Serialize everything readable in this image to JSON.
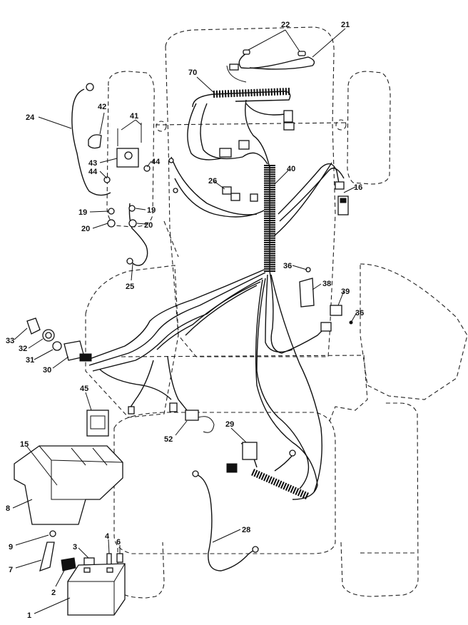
{
  "callouts": {
    "c22": "22",
    "c21": "21",
    "c70": "70",
    "c24": "24",
    "c42": "42",
    "c41": "41",
    "c43": "43",
    "c44a": "44",
    "c44b": "44",
    "c19a": "19",
    "c19b": "19",
    "c20a": "20",
    "c20b": "20",
    "c25": "25",
    "c26": "26",
    "c40": "40",
    "c16": "16",
    "c36": "36",
    "c38": "38",
    "c39": "39",
    "c36b": "36",
    "c33": "33",
    "c32": "32",
    "c31": "31",
    "c30": "30",
    "c45": "45",
    "c52": "52",
    "c29": "29",
    "c15": "15",
    "c8": "8",
    "c9": "9",
    "c7": "7",
    "c3": "3",
    "c4": "4",
    "c6": "6",
    "c2": "2",
    "c1": "1",
    "c28": "28"
  }
}
